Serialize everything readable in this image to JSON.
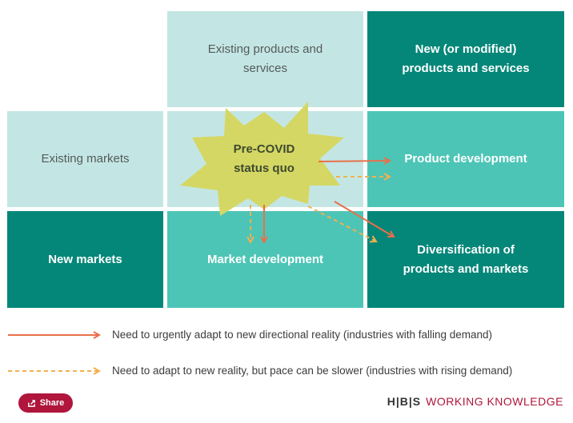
{
  "header": {
    "col_existing": "Existing products and\nservices",
    "col_new": "New (or modified)\nproducts and services"
  },
  "rows": {
    "existing_markets": "Existing markets",
    "new_markets": "New markets"
  },
  "quadrants": {
    "product_development": "Product development",
    "market_development": "Market development",
    "diversification": "Diversification of\nproducts and markets"
  },
  "center": {
    "label": "Pre-COVID\nstatus quo"
  },
  "legend": {
    "solid": "Need to urgently adapt to new directional reality (industries with falling demand)",
    "dashed": "Need to adapt to new reality, but pace can be slower (industries with rising demand)"
  },
  "footer": {
    "share_label": "Share",
    "brand_hbs": "H|B|S",
    "brand_wk": "WORKING KNOWLEDGE"
  },
  "colors": {
    "pale": "#c3e6e4",
    "dark": "#048779",
    "mid": "#4dc5b6",
    "star": "#d5d764",
    "solid_arrow": "#e8704a",
    "dashed_arrow": "#f2b04e",
    "brand": "#b0153c"
  }
}
